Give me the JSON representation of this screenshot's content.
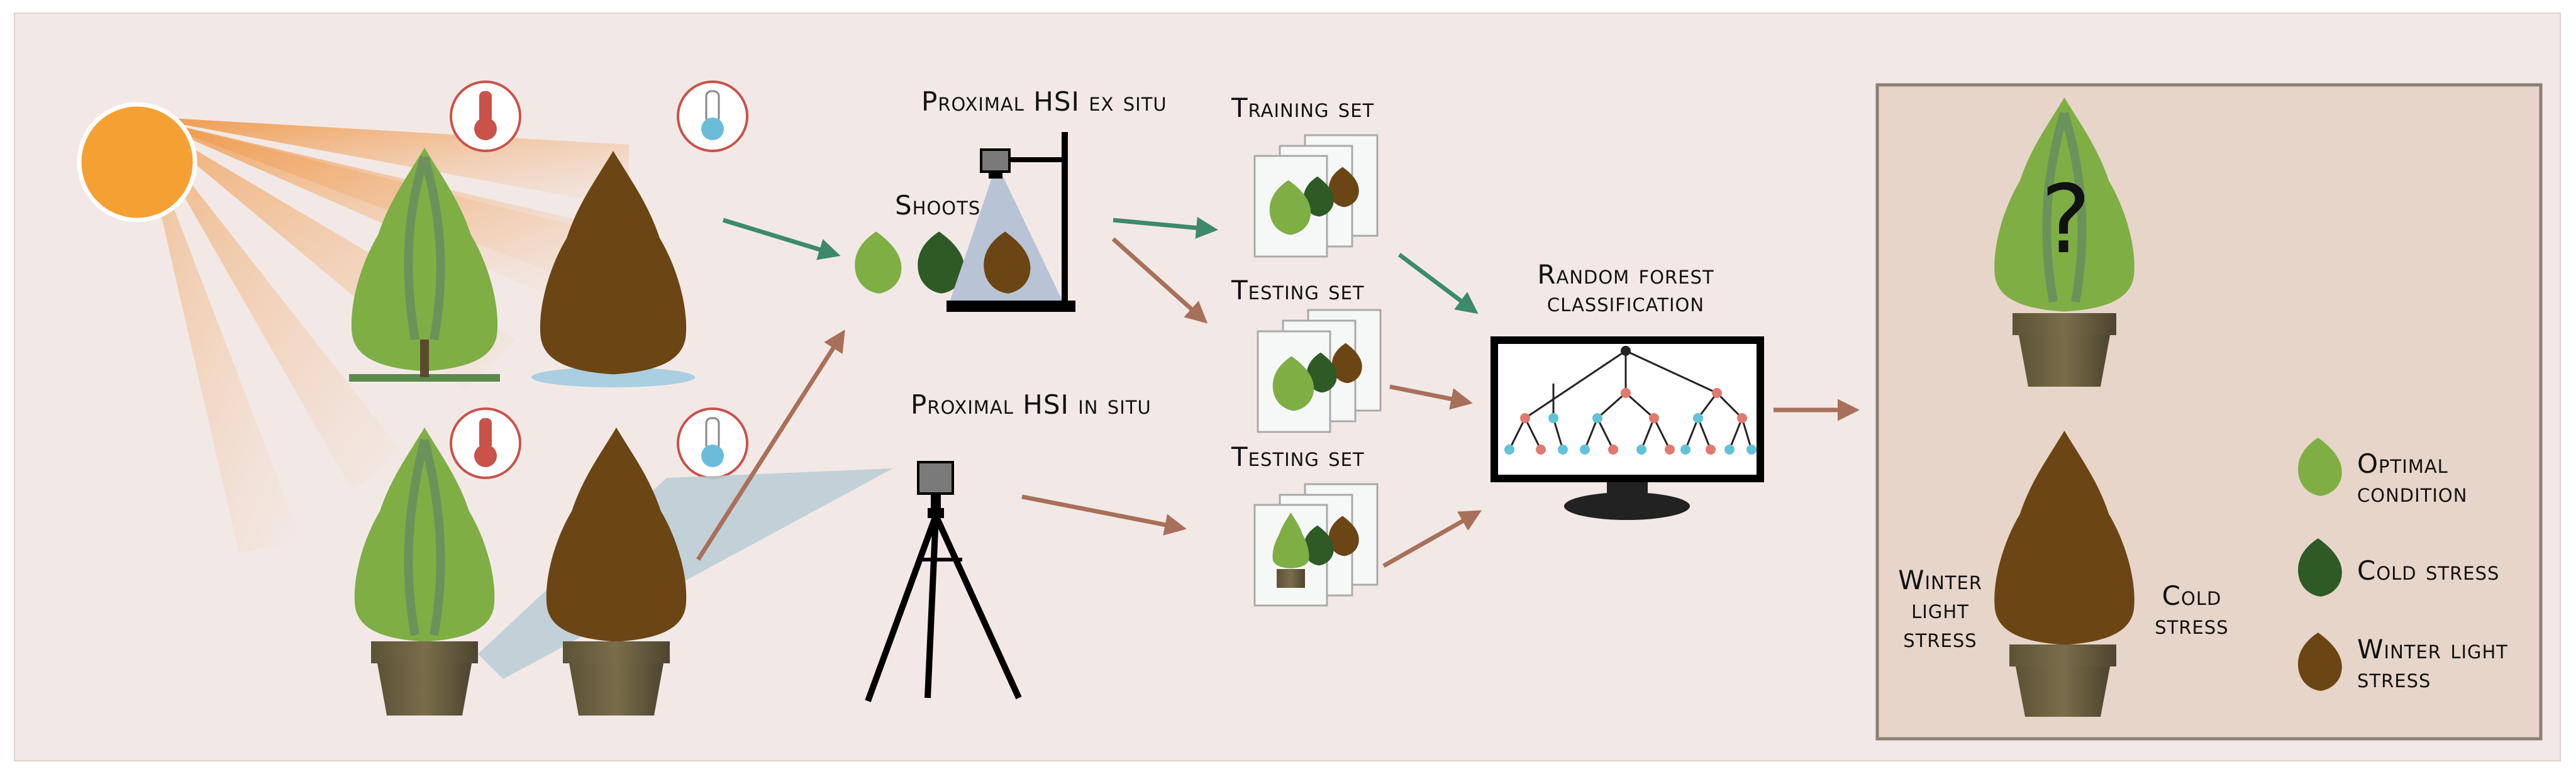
{
  "labels": {
    "proximal_ex_situ": "Proximal HSI ex situ",
    "shoots": "Shoots",
    "proximal_in_situ": "Proximal HSI in situ",
    "training_set": "Training set",
    "testing_set_1": "Testing set",
    "testing_set_2": "Testing set",
    "random_forest_line1": "Random forest",
    "random_forest_line2": "classification",
    "unknown_mark": "?",
    "winter_light_stress_line1": "Winter",
    "winter_light_stress_line2": "light",
    "winter_light_stress_line3": "stress",
    "cold_stress_line1": "Cold",
    "cold_stress_line2": "stress"
  },
  "legend": [
    {
      "line1": "Optimal",
      "line2": "condition",
      "color": "#7fae45"
    },
    {
      "line1": "Cold stress",
      "line2": "",
      "color": "#2e5a25"
    },
    {
      "line1": "Winter light",
      "line2": "stress",
      "color": "#6b4514"
    }
  ],
  "colors": {
    "background": "#f2e9e6",
    "result_panel": "#e8d5c9",
    "optimal_green": "#7fae45",
    "cold_green": "#2e5a25",
    "winter_brown": "#6b4514",
    "arrow_green": "#3d8a6b",
    "arrow_brown": "#a8705a",
    "sun": "#f5a033",
    "warm_thermometer": "#c9524a",
    "cold_thermometer": "#6bbcd8",
    "node_red": "#e07a6e",
    "node_blue": "#63c2da",
    "pot": "#6e6142"
  }
}
